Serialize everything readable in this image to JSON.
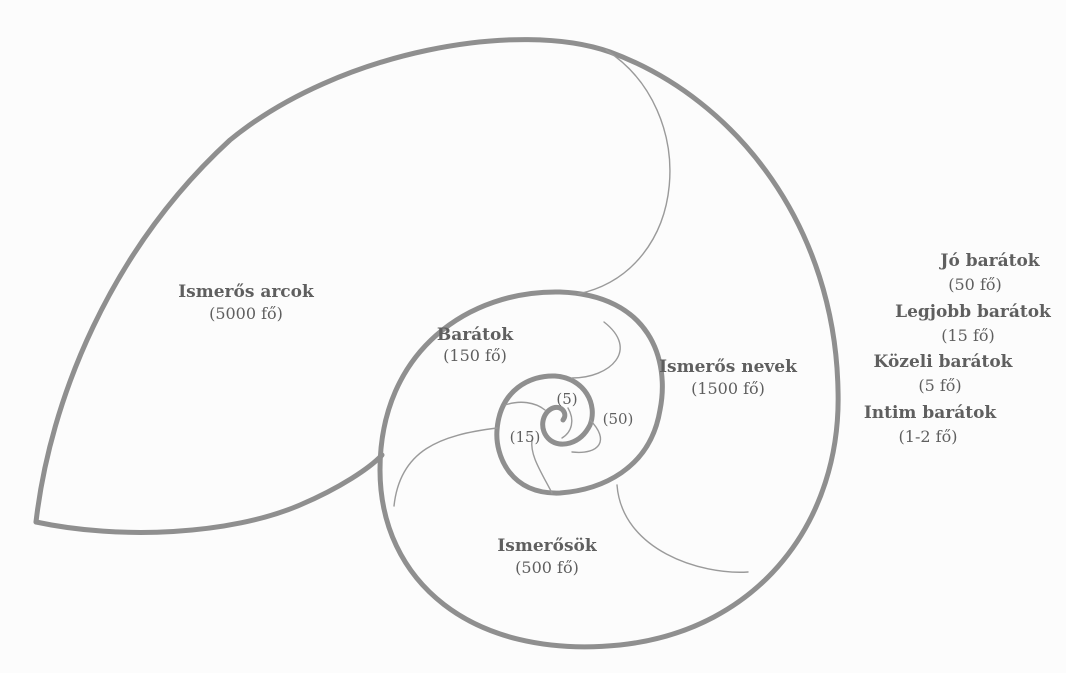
{
  "regions": [
    {
      "id": "ismeros-arcok",
      "name": "Ismerős arcok",
      "count": "(5000 fő)"
    },
    {
      "id": "ismeros-nevek",
      "name": "Ismerős nevek",
      "count": "(1500 fő)"
    },
    {
      "id": "ismerosok",
      "name": "Ismerősök",
      "count": "(500 fő)"
    },
    {
      "id": "baratok",
      "name": "Barátok",
      "count": "(150 fő)"
    }
  ],
  "inner_counts": {
    "fifty": "(50)",
    "fifteen": "(15)",
    "five": "(5)"
  },
  "legend": [
    {
      "name": "Jó barátok",
      "count": "(50 fő)"
    },
    {
      "name": "Legjobb barátok",
      "count": "(15 fő)"
    },
    {
      "name": "Közeli barátok",
      "count": "(5 fő)"
    },
    {
      "name": "Intim barátok",
      "count": "(1-2 fő)"
    }
  ],
  "colors": {
    "stroke": "#8f8f8f",
    "text": "#5f5f5f",
    "background": "#fcfcfc"
  }
}
